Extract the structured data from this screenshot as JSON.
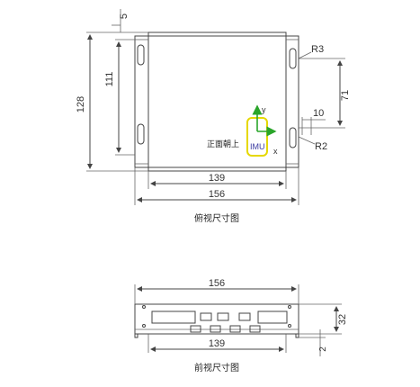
{
  "top_view": {
    "caption": "俯视尺寸图",
    "dims": {
      "height_overall": "128",
      "height_inner": "111",
      "top_offset": "5",
      "slot_spacing": "71",
      "slot_radius_top": "R3",
      "slot_radius_bottom": "R2",
      "slot_width": "10",
      "width_inner": "139",
      "width_overall": "156"
    },
    "orientation_label": "正面朝上",
    "imu": {
      "label": "IMU",
      "x_axis": "x",
      "y_axis": "y"
    }
  },
  "front_view": {
    "caption": "前视尺寸图",
    "dims": {
      "width_overall": "156",
      "width_inner": "139",
      "height": "32",
      "foot": "2"
    }
  },
  "colors": {
    "line": "#444444",
    "imu_axis": "#2aa52a",
    "imu_box": "#e6d800",
    "imu_text": "#3a3aa0"
  }
}
